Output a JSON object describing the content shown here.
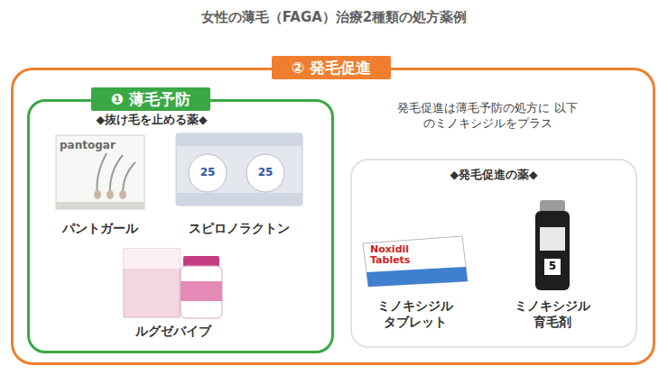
{
  "diagram": {
    "title": "女性の薄毛（FAGA）治療2種類の処方薬例",
    "nodes": [
      {
        "text": [
          "② 発毛促進",
          "発毛促進は薄毛予防の処方に 以下のミノキシジルをプラス"
        ]
      },
      {
        "text": [
          "❶ 薄毛予防",
          "◆抜け毛を止める薬◆"
        ],
        "in": 0
      },
      {
        "text": [
          "◆発毛促進の薬◆"
        ],
        "in": 0
      },
      {
        "text": [
          "パントガール"
        ],
        "in": 1
      },
      {
        "text": [
          "スピロノラクトン"
        ],
        "in": 1
      },
      {
        "text": [
          "ルグゼバイブ"
        ],
        "in": 1
      },
      {
        "text": [
          "ミノキシジル タブレット"
        ],
        "in": 2
      },
      {
        "text": [
          "ミノキシジル 育毛剤"
        ],
        "in": 2
      }
    ],
    "labels": [
      "pantogar",
      "25",
      "25",
      "Noxidil Tablets",
      "5"
    ]
  }
}
